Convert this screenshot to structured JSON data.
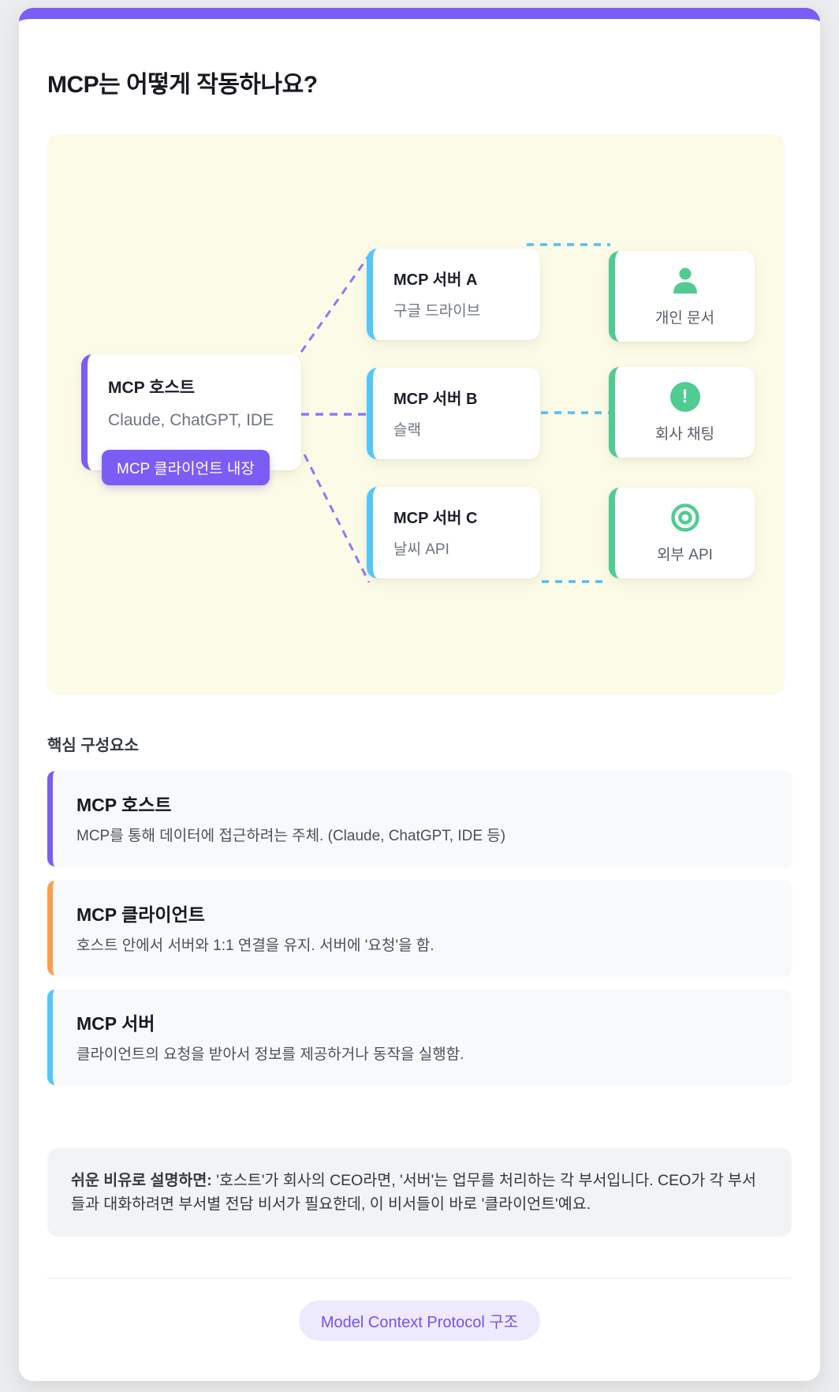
{
  "page": {
    "title": "MCP는 어떻게 작동하나요?"
  },
  "diagram": {
    "host": {
      "title": "MCP 호스트",
      "subtitle": "Claude, ChatGPT, IDE",
      "badge": "MCP 클라이언트 내장"
    },
    "servers": [
      {
        "title": "MCP 서버 A",
        "subtitle": "구글 드라이브"
      },
      {
        "title": "MCP 서버 B",
        "subtitle": "슬랙"
      },
      {
        "title": "MCP 서버 C",
        "subtitle": "날씨 API"
      }
    ],
    "resources": [
      {
        "label": "개인 문서",
        "icon": "person-icon"
      },
      {
        "label": "회사 채팅",
        "icon": "exclamation-icon"
      },
      {
        "label": "외부 API",
        "icon": "target-icon"
      }
    ]
  },
  "components": {
    "heading": "핵심 구성요소",
    "items": [
      {
        "title": "MCP 호스트",
        "description": "MCP를 통해 데이터에 접근하려는 주체. (Claude, ChatGPT, IDE 등)",
        "accent": "#7B5CF5"
      },
      {
        "title": "MCP 클라이언트",
        "description": "호스트 안에서 서버와 1:1 연결을 유지. 서버에 '요청'을 함.",
        "accent": "#FA9F4D"
      },
      {
        "title": "MCP 서버",
        "description": "클라이언트의 요청을 받아서 정보를 제공하거나 동작을 실행함.",
        "accent": "#54C6F8"
      }
    ]
  },
  "analogy": {
    "lead": "쉬운 비유로 설명하면:",
    "text": " '호스트'가 회사의 CEO라면, '서버'는 업무를 처리하는 각 부서입니다. CEO가 각 부서들과 대화하려면 부서별 전담 비서가 필요한데, 이 비서들이 바로 '클라이언트'예요."
  },
  "footer": {
    "badge": "Model Context Protocol 구조"
  },
  "colors": {
    "theme_purple": "#7B5CF5",
    "purple_dash": "#8B7AF8",
    "server_blue": "#54C6F8",
    "blue_dash": "#54BCF5",
    "resource_green": "#50CB92",
    "client_orange": "#FA9F4D",
    "diagram_bg": "#FCFBE8",
    "pill_bg": "#EEEAFD",
    "pill_text": "#7253EE",
    "card_gray_bg": "#F8F9FA",
    "analogy_bg": "#F1F3F5",
    "page_bg": "#ECEDEF"
  }
}
